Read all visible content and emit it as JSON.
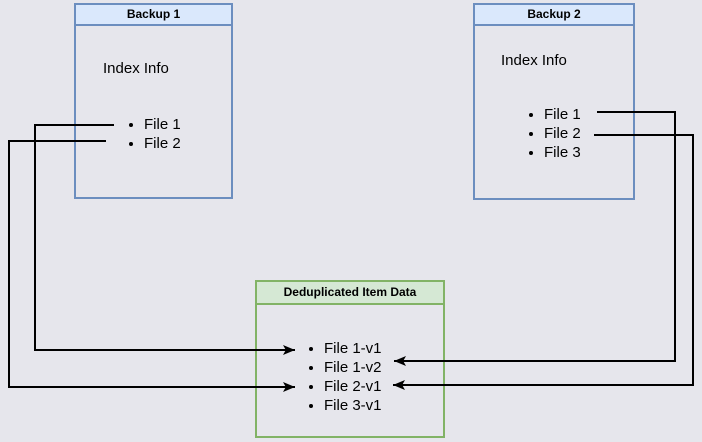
{
  "diagram": {
    "background_color": "#e6e6ec",
    "connector_color": "#000000",
    "backup1": {
      "title": "Backup 1",
      "header_fill": "#dae8fc",
      "border_color": "#6c8ebf",
      "label": "Index Info",
      "items": [
        "File 1",
        "File 2"
      ]
    },
    "backup2": {
      "title": "Backup 2",
      "header_fill": "#dae8fc",
      "border_color": "#6c8ebf",
      "label": "Index Info",
      "items": [
        "File 1",
        "File 2",
        "File 3"
      ]
    },
    "dedup": {
      "title": "Deduplicated Item Data",
      "header_fill": "#d5e8d4",
      "border_color": "#82b366",
      "items": [
        "File 1-v1",
        "File 1-v2",
        "File 2-v1",
        "File 3-v1"
      ]
    },
    "connections": [
      {
        "from": "Backup 1 / File 1",
        "to": "File 1-v1"
      },
      {
        "from": "Backup 1 / File 2",
        "to": "File 2-v1"
      },
      {
        "from": "Backup 2 / File 1",
        "to": "File 1-v2"
      },
      {
        "from": "Backup 2 / File 2",
        "to": "File 2-v1"
      }
    ]
  }
}
